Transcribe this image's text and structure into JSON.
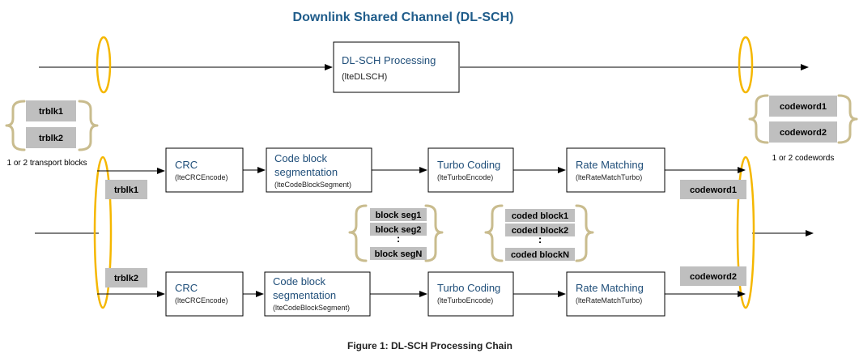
{
  "title": "Downlink Shared Channel (DL-SCH)",
  "caption": "Figure 1: DL-SCH Processing Chain",
  "top_box": {
    "label": "DL-SCH Processing",
    "sub": "(lteDLSCH)"
  },
  "input_group": {
    "items": [
      "trblk1",
      "trblk2"
    ],
    "label": "1 or 2 transport blocks"
  },
  "output_group": {
    "items": [
      "codeword1",
      "codeword2"
    ],
    "label": "1 or 2 codewords"
  },
  "chains": [
    {
      "input_tag": "trblk1",
      "output_tag": "codeword1",
      "crc": {
        "label": "CRC",
        "sub": "(lteCRCEncode)"
      },
      "cbs": {
        "label1": "Code block",
        "label2": "segmentation",
        "sub": "(lteCodeBlockSegment)"
      },
      "turbo": {
        "label": "Turbo Coding",
        "sub": "(lteTurboEncode)"
      },
      "rate": {
        "label": "Rate Matching",
        "sub": "(lteRateMatchTurbo)"
      }
    },
    {
      "input_tag": "trblk2",
      "output_tag": "codeword2",
      "crc": {
        "label": "CRC",
        "sub": "(lteCRCEncode)"
      },
      "cbs": {
        "label1": "Code block",
        "label2": "segmentation",
        "sub": "(lteCodeBlockSegment)"
      },
      "turbo": {
        "label": "Turbo Coding",
        "sub": "(lteTurboEncode)"
      },
      "rate": {
        "label": "Rate Matching",
        "sub": "(lteRateMatchTurbo)"
      }
    }
  ],
  "segments": {
    "items": [
      "block seg1",
      "block seg2",
      ":",
      "block segN"
    ]
  },
  "coded_blocks": {
    "items": [
      "coded block1",
      "coded block2",
      ":",
      "coded blockN"
    ]
  },
  "colors": {
    "title": "#1F5C8A",
    "box_label": "#1F4E79",
    "ellipse": "#F5B700",
    "brace": "#C9BC8E",
    "tag_fill": "#bfbfbf"
  }
}
